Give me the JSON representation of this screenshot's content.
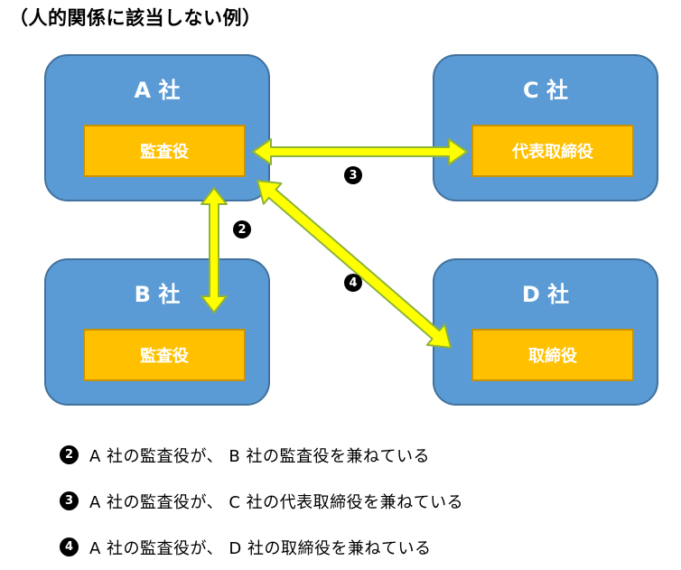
{
  "title": "（人的関係に該当しない例）",
  "companies": {
    "a": {
      "name": "A 社",
      "role": "監査役"
    },
    "b": {
      "name": "B 社",
      "role": "監査役"
    },
    "c": {
      "name": "C 社",
      "role": "代表取締役"
    },
    "d": {
      "name": "D 社",
      "role": "取締役"
    }
  },
  "markers": {
    "two": "2",
    "three": "3",
    "four": "4"
  },
  "legend": [
    {
      "marker": "2",
      "text": "A 社の監査役が、 B 社の監査役を兼ねている"
    },
    {
      "marker": "3",
      "text": "A 社の監査役が、 C 社の代表取締役を兼ねている"
    },
    {
      "marker": "4",
      "text": "A 社の監査役が、 D 社の取締役を兼ねている"
    }
  ],
  "colors": {
    "company_fill": "#5b9bd5",
    "role_fill": "#ffc000",
    "arrow_fill": "#ffff00",
    "arrow_stroke": "#8db33a"
  }
}
